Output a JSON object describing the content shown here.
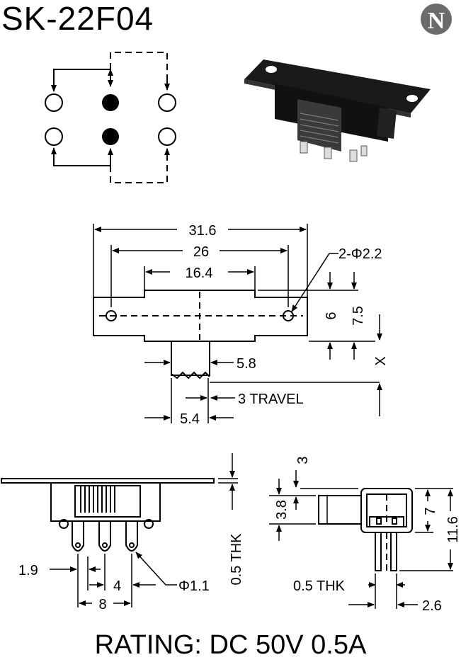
{
  "title": "SK-22F04",
  "logo_letter": "N",
  "rating": "RATING: DC 50V 0.5A",
  "top_view": {
    "overall_length": "31.6",
    "hole_spacing": "26",
    "center_width": "16.4",
    "holes": "2-Φ2.2",
    "body_height": "6",
    "overall_height": "7.5",
    "x_label": "X",
    "actuator_width": "5.8",
    "travel": "3 TRAVEL",
    "actuator_base": "5.4"
  },
  "front_view": {
    "pin_offset": "1.9",
    "pin_pitch": "4",
    "pin_span": "8",
    "pin_hole": "Φ1.1",
    "thickness": "0.5 THK"
  },
  "side_view": {
    "top_offset": "3",
    "knob_height": "3.8",
    "body_height": "7",
    "overall_height": "11.6",
    "thickness": "0.5 THK",
    "pin_spacing": "2.6"
  }
}
